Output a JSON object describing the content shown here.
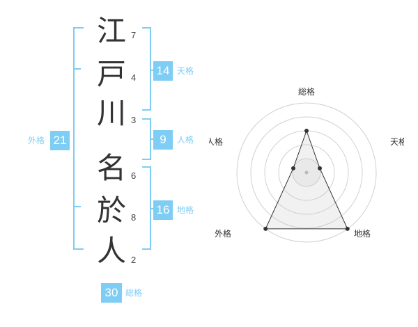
{
  "characters": [
    {
      "char": "江",
      "strokes": "7"
    },
    {
      "char": "戸",
      "strokes": "4"
    },
    {
      "char": "川",
      "strokes": "3"
    },
    {
      "char": "名",
      "strokes": "6"
    },
    {
      "char": "於",
      "strokes": "8"
    },
    {
      "char": "人",
      "strokes": "2"
    }
  ],
  "fortunes": {
    "tenkaku": {
      "value": "14",
      "label": "天格"
    },
    "jinkaku": {
      "value": "9",
      "label": "人格"
    },
    "chikaku": {
      "value": "16",
      "label": "地格"
    },
    "gaikaku": {
      "value": "21",
      "label": "外格"
    },
    "soukaku": {
      "value": "30",
      "label": "総格"
    }
  },
  "colors": {
    "accent": "#7ecdf4",
    "text": "#333333",
    "grid": "#d0d0d0"
  },
  "chart_data": {
    "type": "radar",
    "axes": [
      "総格",
      "天格",
      "地格",
      "外格",
      "人格"
    ],
    "levels": 5,
    "values": [
      3,
      1,
      5,
      5,
      1
    ]
  }
}
